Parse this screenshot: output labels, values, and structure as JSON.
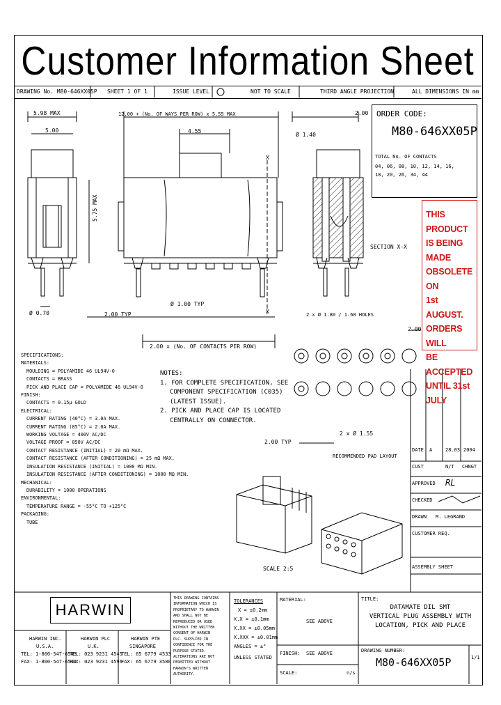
{
  "sheet_title": "Customer Information Sheet",
  "info_strip": {
    "drawing_no": "DRAWING No. M80-646XX05P",
    "sheet": "SHEET 1 OF 1",
    "issue": "ISSUE LEVEL",
    "scale": "NOT TO SCALE",
    "projection": "THIRD ANGLE PROJECTION",
    "units": "ALL DIMENSIONS IN mm"
  },
  "dimensions": {
    "width_max": "5.98 MAX",
    "pitch_small": "5.00",
    "length_formula": "12.00 + (No. OF WAYS PER ROW) x 5.55 MAX",
    "offset": "4.55",
    "height_max": "5.75 MAX",
    "pin_dia": "Ø 0.70",
    "pin_pitch": "2.00 TYP",
    "contact_dia": "Ø 1.00 TYP",
    "row_pitch": "2.00 x (No. OF CONTACTS PER ROW)",
    "hole_dia": "Ø 1.40",
    "top_right": "2.00",
    "section_label": "SECTION X-X"
  },
  "order": {
    "heading": "ORDER CODE:",
    "code": "M80-646XX05P",
    "contacts_label": "TOTAL No. OF CONTACTS",
    "contacts_line1": "04, 06, 08, 10, 12, 14, 16,",
    "contacts_line2": "18, 20, 26, 34, 44"
  },
  "notice": {
    "lines": [
      "THIS PRODUCT",
      "IS BEING MADE",
      "OBSOLETE ON",
      "1st AUGUST.",
      "ORDERS WILL",
      "BE ACCEPTED",
      "UNTIL 31st",
      "JULY"
    ]
  },
  "pad_layout": {
    "holes_label": "2 x Ø 1.80 / 1.60 HOLES",
    "pad_dia": "2 x Ø 1.55",
    "pitch": "2.00 TYP",
    "label": "RECOMMENDED PAD LAYOUT",
    "side": "2.00"
  },
  "spec": {
    "heading": "SPECIFICATIONS:",
    "lines": [
      "MATERIALS:",
      "MOULDING = POLYAMIDE 46 UL94V-0",
      "CONTACTS = BRASS",
      "PICK AND PLACE CAP = POLYAMIDE 46 UL94V-0",
      "FINISH:",
      "CONTACTS = 0.15µ GOLD",
      "ELECTRICAL:",
      "CURRENT RATING (40°C) = 3.0A MAX.",
      "CURRENT RATING (85°C) = 2.0A MAX.",
      "WORKING VOLTAGE = 400V AC/DC",
      "VOLTAGE PROOF = 850V AC/DC",
      "CONTACT RESISTANCE (INITIAL) = 20 mΩ MAX.",
      "CONTACT RESISTANCE (AFTER CONDITIONING) = 25 mΩ MAX.",
      "INSULATION RESISTANCE (INITIAL) = 1000 MΩ MIN.",
      "INSULATION RESISTANCE (AFTER CONDITIONING) = 1000 MΩ MIN.",
      "MECHANICAL:",
      "DURABILITY = 1000 OPERATIONS",
      "ENVIRONMENTAL:",
      "TEMPERATURE RANGE = -55°C TO +125°C",
      "PACKAGING:",
      "TUBE"
    ]
  },
  "notes": {
    "heading": "NOTES:",
    "lines": [
      "1. FOR COMPLETE SPECIFICATION, SEE",
      "COMPONENT SPECIFICATION (C035)",
      "(LATEST ISSUE).",
      "2. PICK AND PLACE CAP IS LOCATED",
      "CENTRALLY ON CONNECTOR."
    ]
  },
  "scale_label": "SCALE 2:5",
  "revision": {
    "date_label": "DATE",
    "date_a": "A",
    "date_b": "28.03",
    "date_c": "2004",
    "cust_label": "CUST",
    "cust_b": "N/T",
    "chngt_label": "CHNGT",
    "approved_label": "APPROVED",
    "approved_sig": "RL",
    "checked_label": "CHECKED",
    "drawn_label": "DRAWN",
    "drawn_name": "M. LEGRAND",
    "customer_req": "CUSTOMER REQ.",
    "assembly": "ASSEMBLY SHEET"
  },
  "title_block": {
    "company": "HARWIN",
    "offices": [
      {
        "name": "HARWIN INC.",
        "region": "U.S.A.",
        "tel": "TEL: 1-800-547-6543",
        "fax": "FAX: 1-800-547-6541"
      },
      {
        "name": "HARWIN PLC",
        "region": "U.K.",
        "tel": "TEL: 023 9231 4545",
        "fax": "FAX: 023 9231 4596"
      },
      {
        "name": "HARWIN PTE",
        "region": "SINGAPORE",
        "tel": "TEL: 65 6779 4533",
        "fax": "FAX: 65 6779 3580"
      }
    ],
    "copyright_lines": [
      "THIS DRAWING CONTAINS",
      "INFORMATION WHICH IS",
      "PROPRIETARY TO HARWIN",
      "AND SHALL NOT BE",
      "REPRODUCED OR USED",
      "WITHOUT THE WRITTEN",
      "CONSENT OF HARWIN",
      "PLC. SUPPLIED IN",
      "CONFIDENCE FOR THE",
      "PURPOSE STATED.",
      "ALTERATIONS ARE NOT",
      "PERMITTED WITHOUT",
      "HARWIN'S WRITTEN",
      "AUTHORITY."
    ],
    "tolerances_label": "TOLERANCES",
    "tolerance_lines": [
      "X = ±0.2mm",
      "X.X = ±0.1mm",
      "X.XX = ±0.05mm",
      "X.XXX = ±0.01mm"
    ],
    "angles": "ANGLES = ±°",
    "unless": "UNLESS STATED",
    "material_label": "MATERIAL:",
    "material_value": "SEE ABOVE",
    "finish_label": "FINISH:",
    "finish_value": "SEE ABOVE",
    "scale_label": "SCALE:",
    "scale_value": "n/s",
    "title_label": "TITLE:",
    "title_lines": [
      "DATAMATE DIL SMT",
      "VERTICAL PLUG ASSEMBLY WITH",
      "LOCATION, PICK AND PLACE"
    ],
    "drawing_label": "DRAWING NUMBER:",
    "drawing_number": "M80-646XX05P",
    "sheet_mini": "1/1"
  }
}
